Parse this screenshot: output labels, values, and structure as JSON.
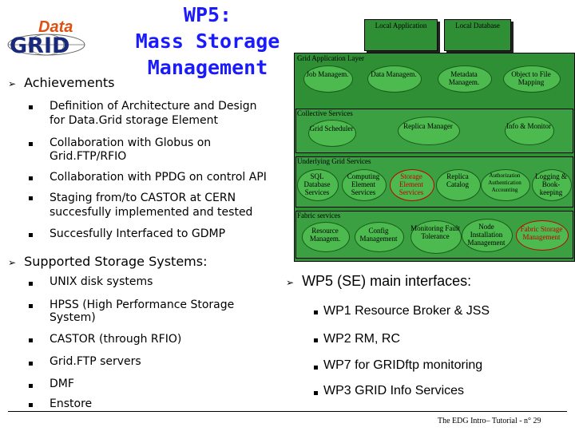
{
  "logo": {
    "top_text": "Data",
    "bottom_text": "GRID"
  },
  "title": {
    "line1": "WP5:",
    "line2": "Mass Storage",
    "line3": "Management"
  },
  "achievements": {
    "heading": "Achievements",
    "items": [
      "Definition of Architecture and Design",
      "for Data.Grid storage Element",
      "Collaboration with Globus on",
      "Grid.FTP/RFIO",
      "Collaboration with PPDG on control API",
      "Staging from/to CASTOR at CERN",
      "succesfully implemented and tested",
      "Succesfully Interfaced to GDMP"
    ]
  },
  "supported": {
    "heading": "Supported Storage Systems:",
    "items": [
      "UNIX disk systems",
      "HPSS (High Performance Storage",
      "System)",
      "CASTOR (through RFIO)",
      "Grid.FTP servers",
      "DMF",
      "Enstore"
    ]
  },
  "diagram": {
    "top_boxes": [
      "Local Application",
      "Local Database"
    ],
    "layers": {
      "grid_app": "Grid Application Layer",
      "collective": "Collective Services",
      "underlying": "Underlying Grid Services",
      "fabric": "Fabric services"
    },
    "grid_app_items": [
      "Job Managem.",
      "Data Managem.",
      "Metadata Managem.",
      "Object to File Mapping"
    ],
    "collective_items": [
      "Grid Scheduler",
      "Replica Manager",
      "Info & Monitor"
    ],
    "underlying_items": [
      "SQL Database Services",
      "Computing Element Services",
      "Storage Element Services",
      "Replica Catalog",
      "Authorization Authentication Accounting",
      "Logging & Book-keeping"
    ],
    "fabric_items": [
      "Resource Managem.",
      "Config Management",
      "Monitoring Fault Tolerance",
      "Node Installation Management",
      "Fabric Storage Management"
    ]
  },
  "interfaces": {
    "heading": "WP5 (SE) main interfaces:",
    "items": [
      "WP1 Resource Broker & JSS",
      "WP2 RM, RC",
      "WP7 for GRIDftp monitoring",
      "WP3 GRID Info Services"
    ]
  },
  "footer": "The EDG Intro– Tutorial - n° 29",
  "colors": {
    "title": "#1a1aff",
    "layer_green": "#2f8f35",
    "storage_red": "#c00000"
  }
}
